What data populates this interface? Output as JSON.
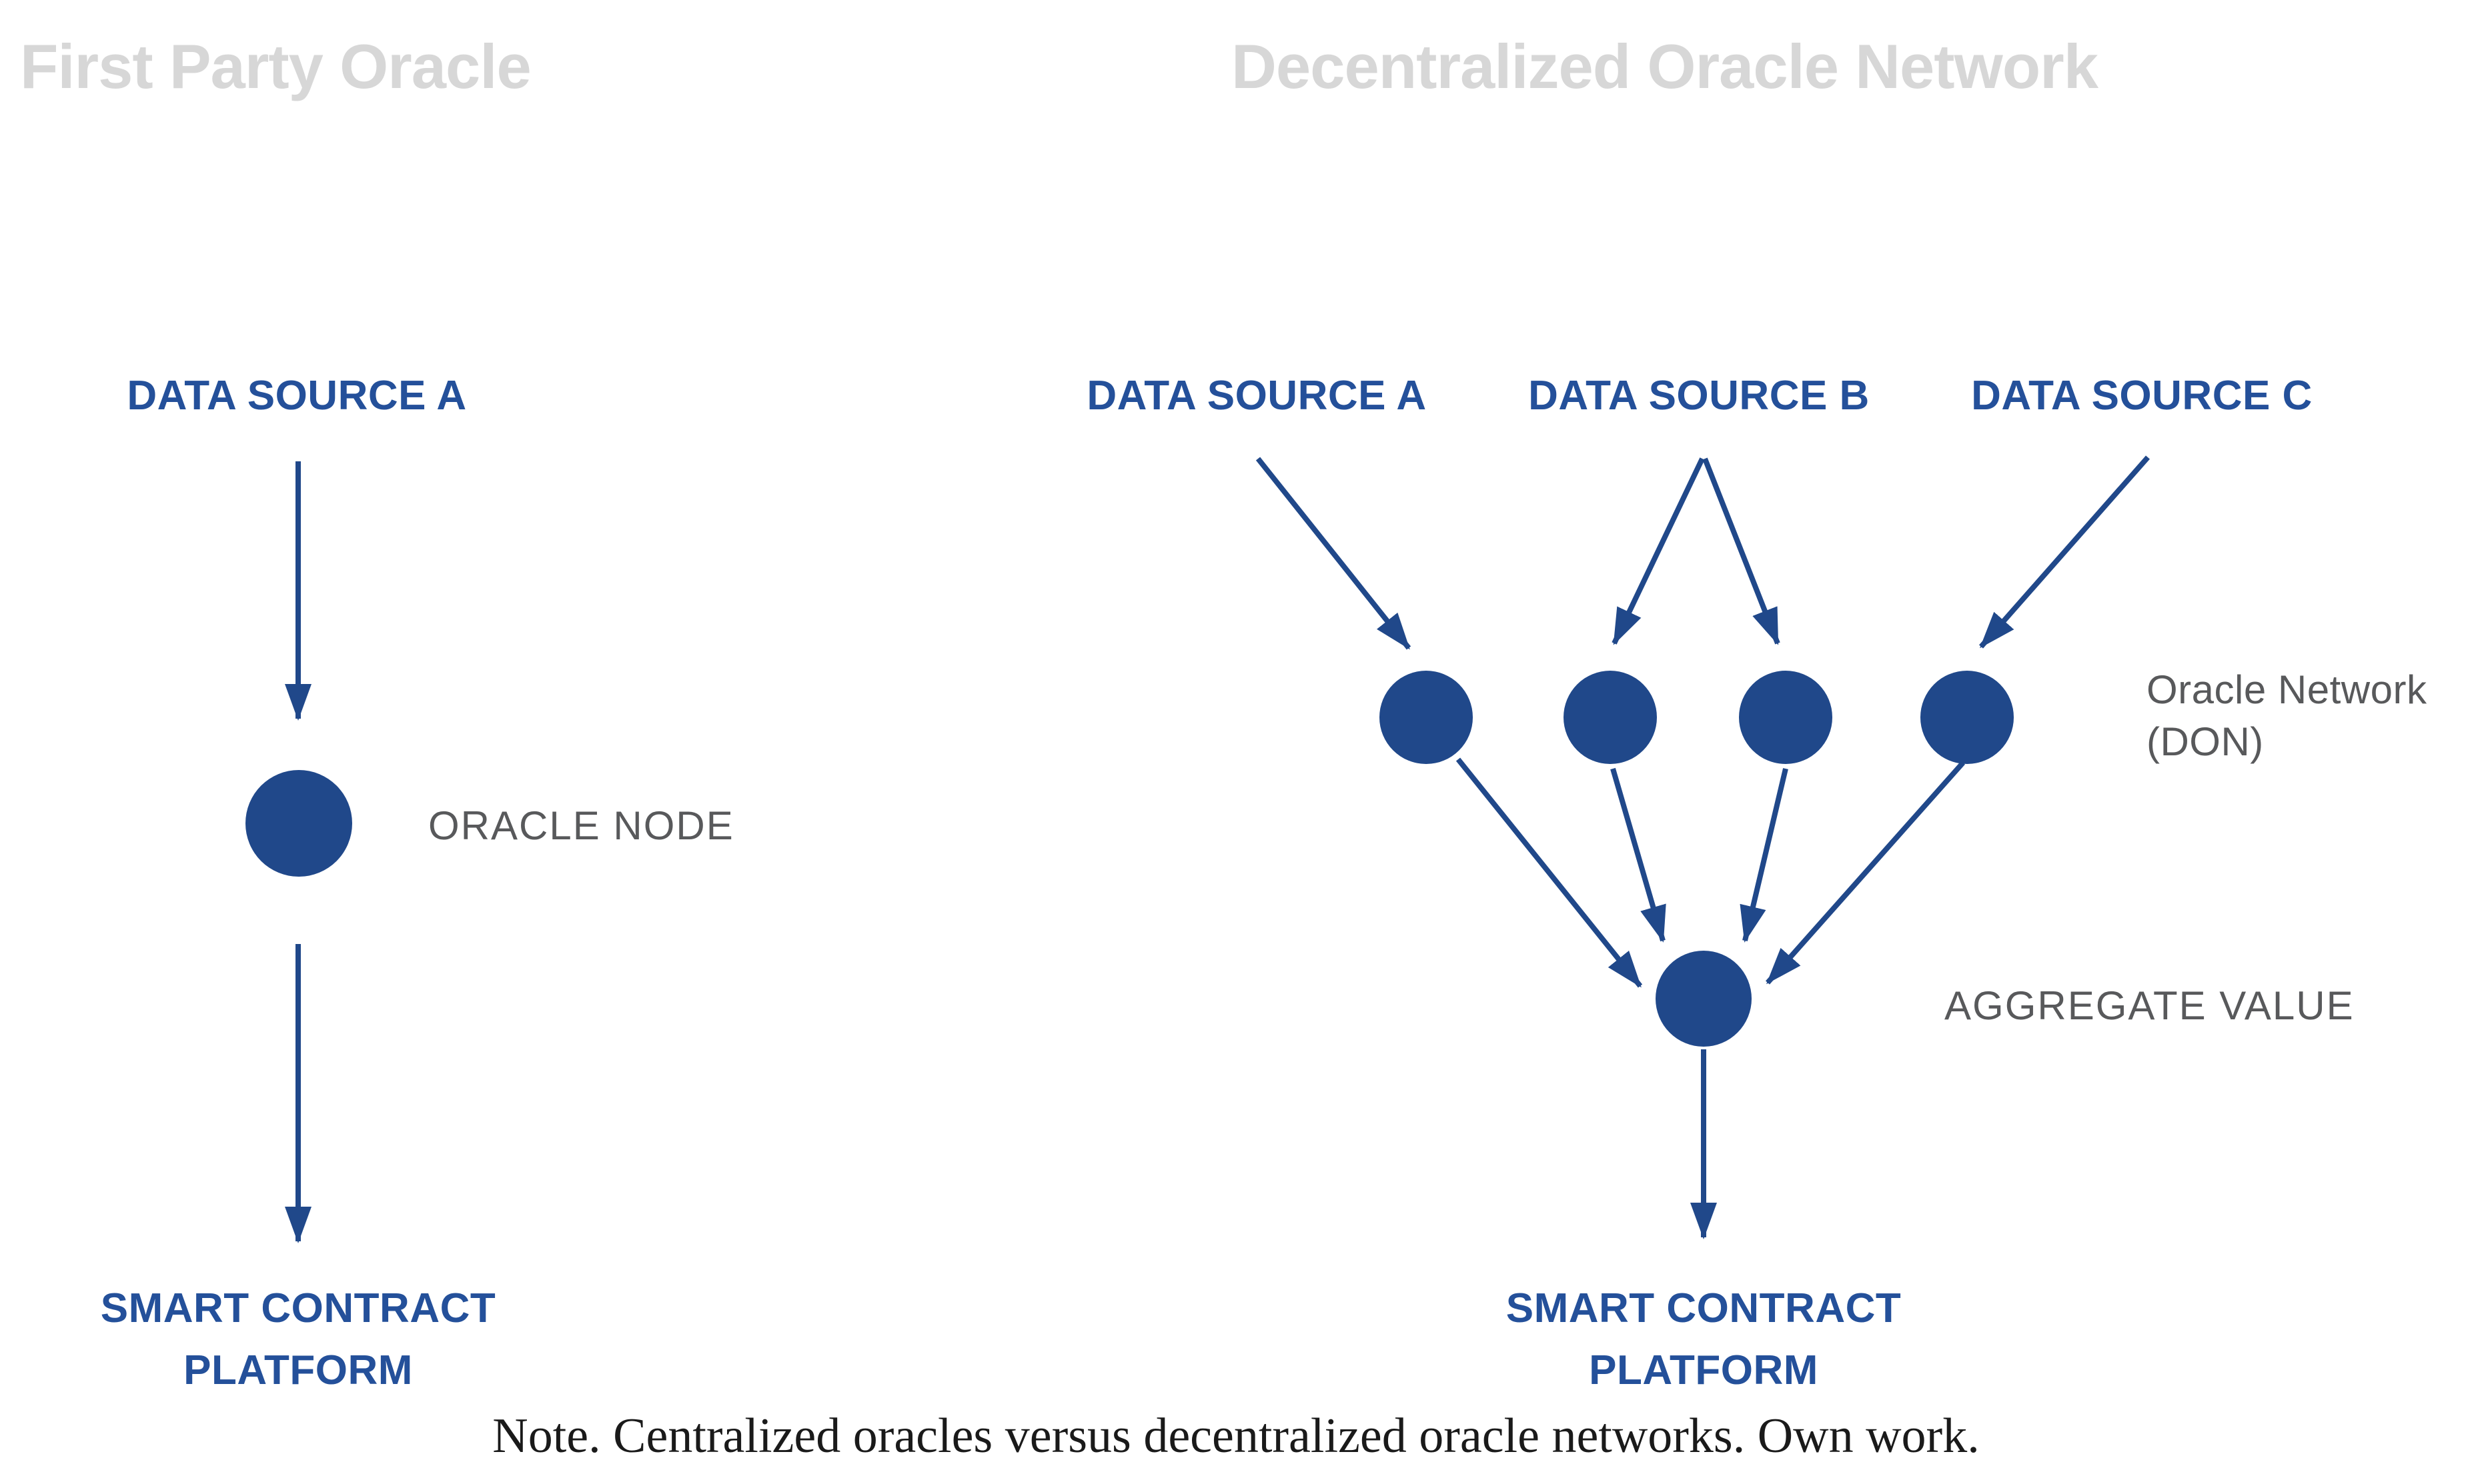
{
  "titles": {
    "left": "First Party Oracle",
    "right": "Decentralized Oracle Network"
  },
  "left_panel": {
    "data_source_label": "DATA SOURCE A",
    "oracle_node_label": "ORACLE NODE",
    "platform_label": "SMART CONTRACT\nPLATFORM"
  },
  "right_panel": {
    "data_sources": [
      "DATA SOURCE A",
      "DATA SOURCE B",
      "DATA SOURCE C"
    ],
    "oracle_network_label": "Oracle Network\n(DON)",
    "aggregate_label": "AGGREGATE VALUE",
    "platform_label": "SMART CONTRACT\nPLATFORM"
  },
  "caption": "Note. Centralized oracles versus decentralized oracle networks. Own work.",
  "colors": {
    "node_navy": "#20488a",
    "label_navy": "#24509a",
    "annotation_gray": "#58595b",
    "title_gray": "#d7d7d7",
    "caption_black": "#1a1a1a"
  }
}
